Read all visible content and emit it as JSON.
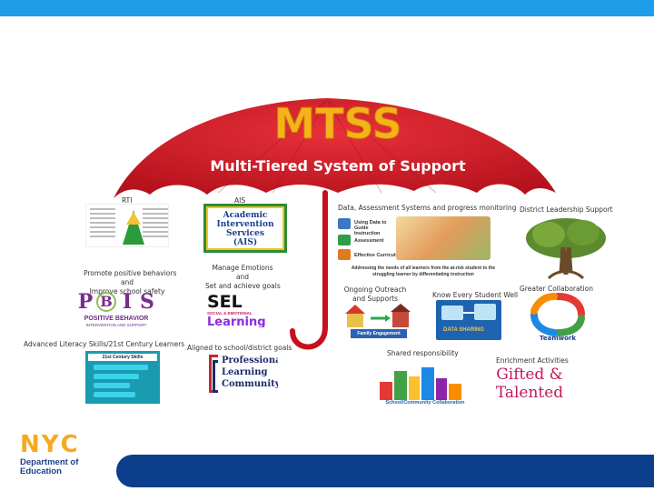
{
  "colors": {
    "top_bar": "#1e9de8",
    "umbrella": "#d91f2a",
    "bottom_bar": "#0b3f8b",
    "nyc": "#f7a823",
    "dept_text": "#1e3f8a"
  },
  "umbrella": {
    "title": "MTSS",
    "subtitle": "Multi-Tiered System of Support"
  },
  "captions": {
    "rti": "RTI",
    "ais": "AIS",
    "data": "Data, Assessment Systems and progress monitoring",
    "leadership": "District Leadership Support",
    "pbis_1": "Promote positive behaviors",
    "pbis_2": "and",
    "pbis_3": "Improve school safety",
    "sel_1": "Manage Emotions",
    "sel_2": "and",
    "sel_3": "Set and achieve goals",
    "outreach_1": "Ongoing Outreach",
    "outreach_2": "and Supports",
    "know": "Know Every Student Well",
    "collab": "Greater Collaboration",
    "als": "Advanced Literacy Skills/21st Century Learners",
    "aligned": "Aligned to school/district goals",
    "shared": "Shared responsibility",
    "enrich": "Enrichment Activities"
  },
  "images": {
    "ais_1": "Academic",
    "ais_2": "Intervention",
    "ais_3": "Services",
    "ais_4": "(AIS)",
    "data_row1": "Using Data to Guide Instruction",
    "data_row2": "Assessment",
    "data_row3": "Effective Curriculum",
    "data_note": "Addressing the needs of all learners from the at-risk student to the struggling learner by differentiating instruction",
    "pbis_word": [
      "P",
      "B",
      "I",
      "S"
    ],
    "pbis_sub1": "POSITIVE BEHAVIOR",
    "pbis_sub2": "INTERVENTION AND SUPPORT",
    "sel_big": "SEL",
    "sel_mid": "SOCIAL & EMOTIONAL",
    "sel_learning": "Learning",
    "family": "Family Engagement",
    "data_sharing": "DATA SHARING",
    "teamwork": "Teamwork",
    "als_head": "21st Century Skills",
    "plc_1": "Professional",
    "plc_2": "Learning",
    "plc_3": "Community",
    "school_comm": "School/Community Collaboration",
    "gifted_1": "Gifted &",
    "gifted_2": "Talented"
  },
  "logo": {
    "nyc": [
      "N",
      "Y",
      "C"
    ],
    "dept_1": "Department of",
    "dept_2": "Education"
  }
}
